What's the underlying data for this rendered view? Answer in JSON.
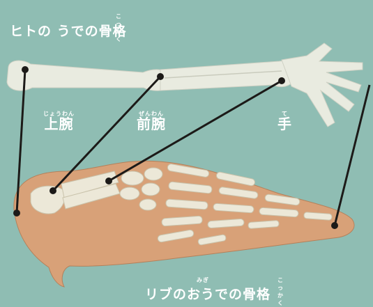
{
  "top_title": {
    "text": "ヒトの うでの骨格",
    "ruby": "こっかく"
  },
  "bottom_title": {
    "text": "リブのおうでの骨格",
    "ruby_1": "みぎ",
    "ruby_2": "こっかく"
  },
  "labels": {
    "upper_arm": {
      "word": "上腕",
      "ruby": "じょうわん"
    },
    "forearm": {
      "word": "前腕",
      "ruby": "ぜんわん"
    },
    "hand": {
      "word": "手",
      "ruby": "て"
    }
  },
  "colors": {
    "background": "#8fbdb3",
    "human_bone": "#e9ebe0",
    "flipper": "#d8a178",
    "pointer_line": "#1c1a18"
  }
}
